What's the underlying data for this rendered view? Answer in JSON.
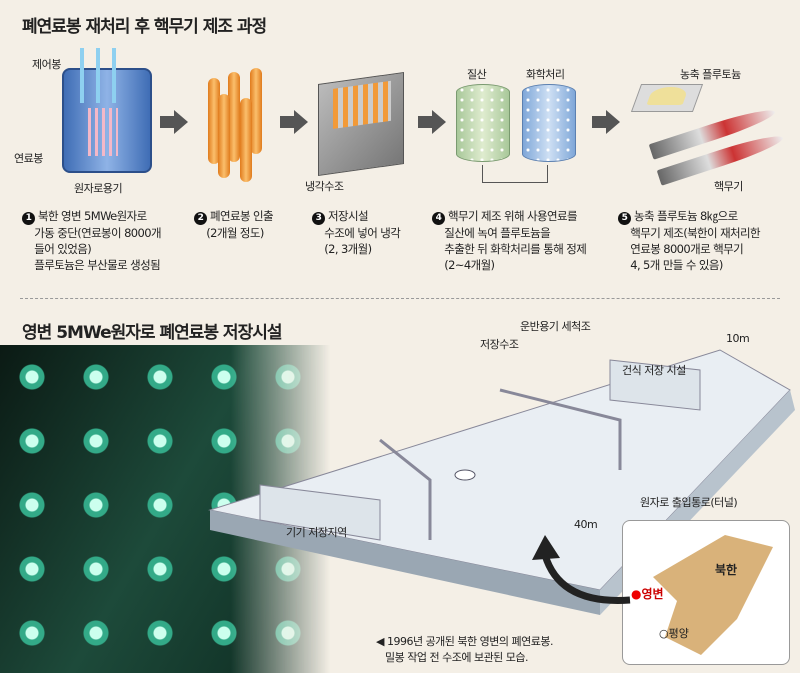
{
  "top": {
    "title": "폐연료봉 재처리 후 핵무기 제조 과정",
    "labels": {
      "control_rod": "제어봉",
      "fuel_rod": "연료봉",
      "reactor": "원자로용기",
      "cooling_pool": "냉각수조",
      "nitric_acid": "질산",
      "chemical": "화학처리",
      "plutonium": "농축 플루토늄",
      "weapon": "핵무기"
    },
    "steps": [
      {
        "num": "1",
        "lines": [
          "북한 영변 5MWe원자로",
          "가동 중단(연료봉이 8000개",
          "들어 있었음)",
          "플루토늄은 부산물로 생성됨"
        ]
      },
      {
        "num": "2",
        "lines": [
          "폐연료봉 인출",
          "(2개월 정도)"
        ]
      },
      {
        "num": "3",
        "lines": [
          "저장시설",
          "수조에 넣어 냉각",
          "(2, 3개월)"
        ]
      },
      {
        "num": "4",
        "lines": [
          "핵무기 제조 위해 사용연료를",
          "질산에 녹여 플루토늄을",
          "추출한 뒤 화학처리를 통해 정제",
          "(2~4개월)"
        ]
      },
      {
        "num": "5",
        "lines": [
          "농축 플루토늄 8㎏으로",
          "핵무기 제조(북한이 재처리한",
          "연료봉 8000개로 핵무기",
          "4, 5개 만들 수 있음)"
        ]
      }
    ]
  },
  "bottom": {
    "title": "영변 5MWe원자로 폐연료봉 저장시설",
    "labels": {
      "storage_pool": "저장수조",
      "cask_wash": "운반용기 세척조",
      "dry_storage": "건식 저장 시설",
      "width": "10m",
      "length": "40m",
      "tunnel": "원자로 출입통로(터널)",
      "equipment": "기기 저장지역"
    },
    "map": {
      "country": "북한",
      "yongbyon": "영변",
      "pyongyang": "평양"
    },
    "caption": [
      "◀ 1996년 공개된 북한 영변의 폐연료봉.",
      "밀봉 작업 전 수조에 보관된 모습."
    ]
  },
  "colors": {
    "bg": "#f4efe6",
    "reactor": "#5b86c9",
    "rod": "#f29a38",
    "map": "#d9b27a"
  }
}
